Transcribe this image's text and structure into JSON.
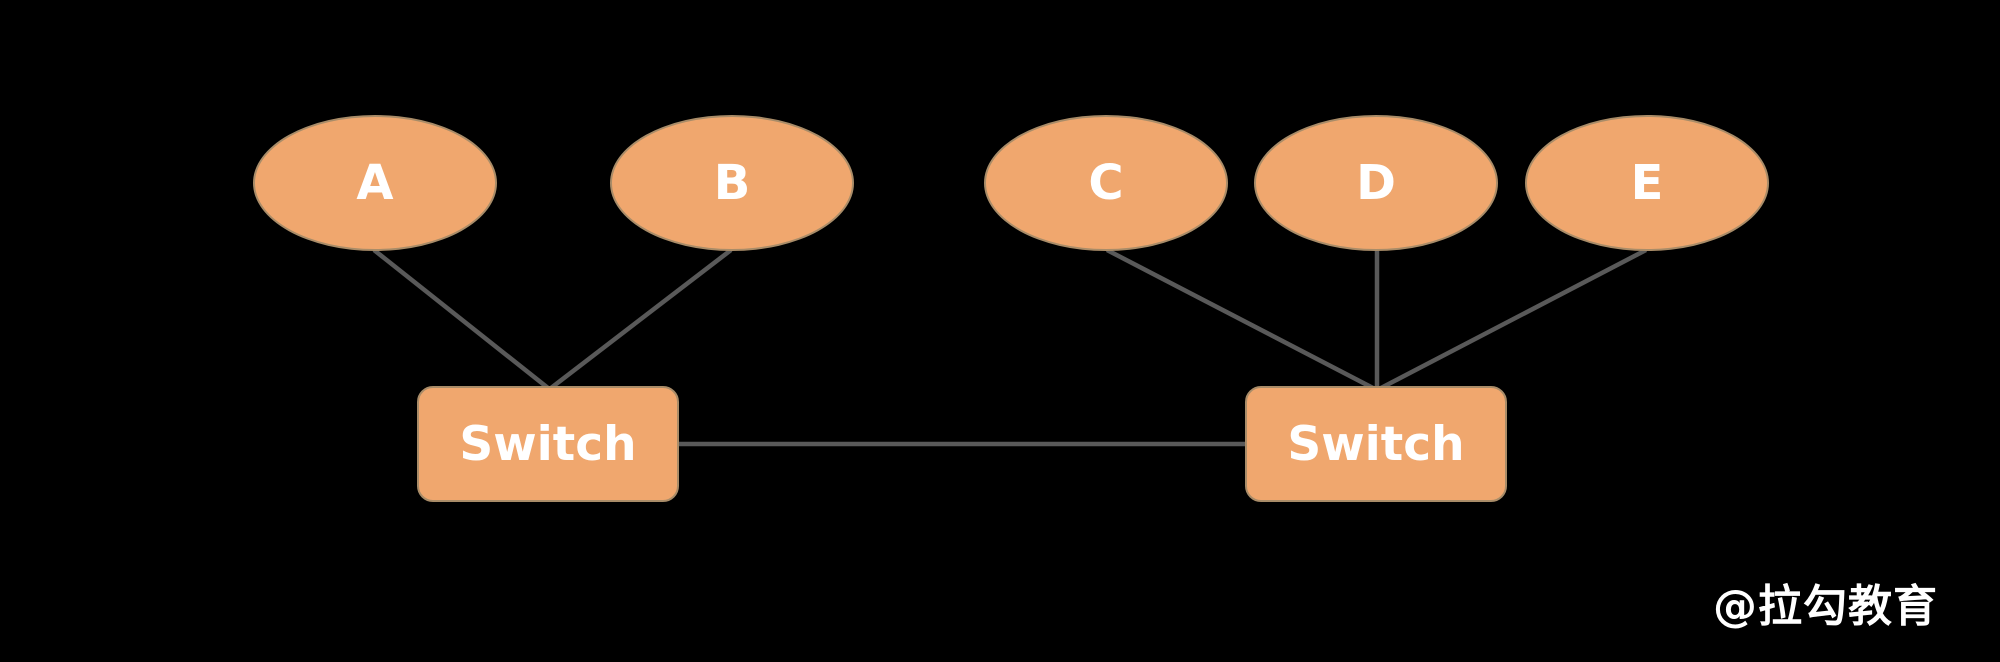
{
  "colors": {
    "background": "#000000",
    "node_fill": "#F0A76E",
    "node_border": "#A98C68",
    "edge": "#595959",
    "label": "#FFFFFF",
    "watermark": "#FFFFFF"
  },
  "hosts": [
    {
      "id": "A",
      "label": "A"
    },
    {
      "id": "B",
      "label": "B"
    },
    {
      "id": "C",
      "label": "C"
    },
    {
      "id": "D",
      "label": "D"
    },
    {
      "id": "E",
      "label": "E"
    }
  ],
  "switches": [
    {
      "id": "switch-left",
      "label": "Switch"
    },
    {
      "id": "switch-right",
      "label": "Switch"
    }
  ],
  "edges": [
    {
      "from": "A",
      "to": "switch-left"
    },
    {
      "from": "B",
      "to": "switch-left"
    },
    {
      "from": "C",
      "to": "switch-right"
    },
    {
      "from": "D",
      "to": "switch-right"
    },
    {
      "from": "E",
      "to": "switch-right"
    },
    {
      "from": "switch-left",
      "to": "switch-right"
    }
  ],
  "watermark": "@拉勾教育"
}
